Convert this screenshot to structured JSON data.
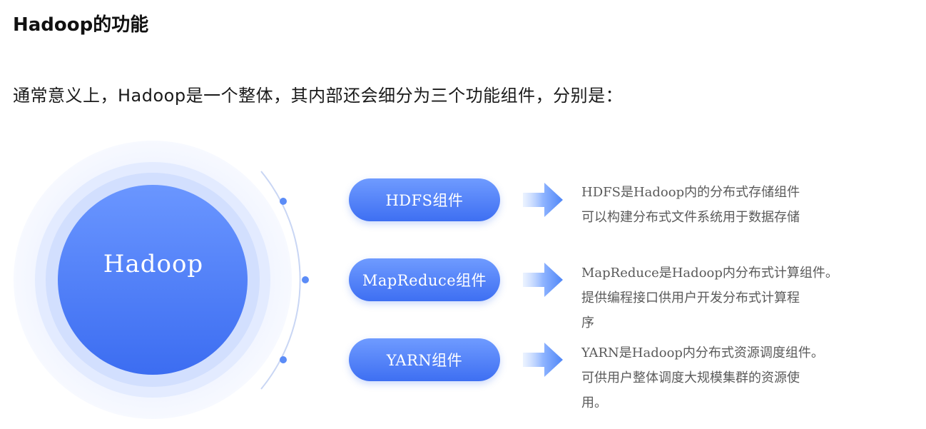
{
  "title": "Hadoop的功能",
  "intro": "通常意义上，Hadoop是一个整体，其内部还会细分为三个功能组件，分别是：",
  "center": {
    "label": "Hadoop"
  },
  "components": [
    {
      "label": "HDFS组件",
      "desc": [
        "HDFS是Hadoop内的分布式存储组件",
        "可以构建分布式文件系统用于数据存储"
      ]
    },
    {
      "label": "MapReduce组件",
      "desc": [
        "MapReduce是Hadoop内分布式计算组件。",
        "提供编程接口供用户开发分布式计算程",
        "序"
      ]
    },
    {
      "label": "YARN组件",
      "desc": [
        "YARN是Hadoop内分布式资源调度组件。",
        "可供用户整体调度大规模集群的资源使",
        "用。"
      ]
    }
  ],
  "colors": {
    "primary": "#3e6ff2",
    "primary_light": "#6f9bff",
    "ring": "#eaf0ff",
    "arc": "#c9d6f4",
    "arrow": "#4f86f7",
    "desc_text": "#5a5a5a"
  }
}
